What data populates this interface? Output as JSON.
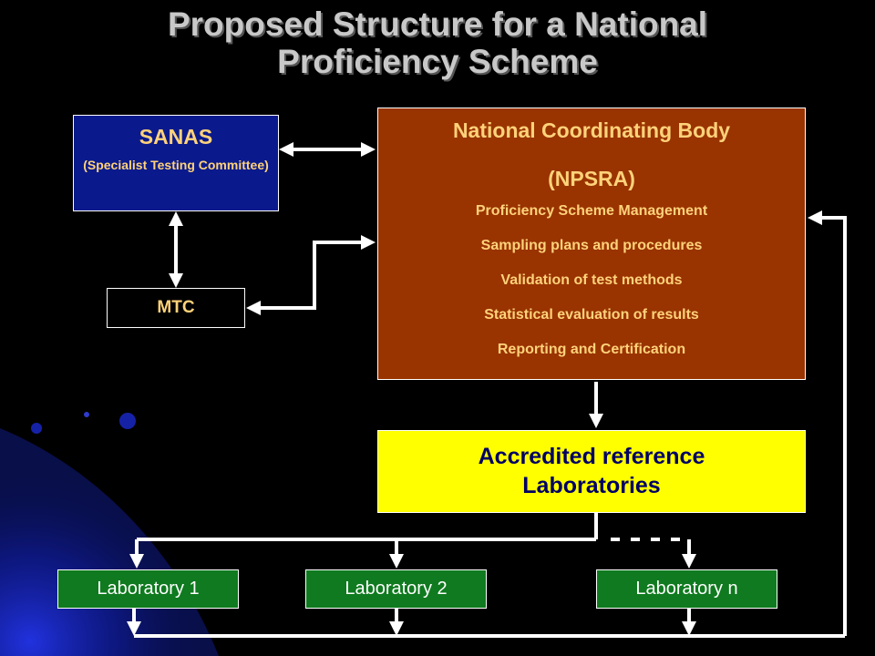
{
  "title": {
    "line1": "Proposed Structure for a National",
    "line2": "Proficiency Scheme"
  },
  "sanas": {
    "name": "SANAS",
    "sub": "(Specialist Testing Committee)"
  },
  "mtc": {
    "name": "MTC"
  },
  "ncb": {
    "name": "National Coordinating Body",
    "abbr": "(NPSRA)",
    "items": [
      "Proficiency Scheme Management",
      "Sampling plans and procedures",
      "Validation of test methods",
      "Statistical evaluation of results",
      "Reporting and Certification"
    ]
  },
  "reference_labs": {
    "line1": "Accredited reference",
    "line2": "Laboratories"
  },
  "laboratories": [
    "Laboratory 1",
    "Laboratory 2",
    "Laboratory n"
  ],
  "colors": {
    "background": "#000000",
    "sanas_fill": "#0a1a8c",
    "ncb_fill": "#993300",
    "reference_fill": "#ffff00",
    "lab_fill": "#0f7a1f",
    "box_text": "#ffd27a",
    "title_text": "#c8c8c8"
  }
}
